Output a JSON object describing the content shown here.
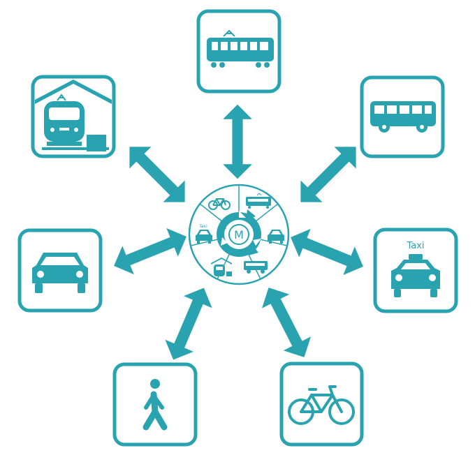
{
  "diagram": {
    "hub_label": "M",
    "taxi_sign": "Taxi",
    "hub_taxi_sign": "Taxi",
    "accent_color": "#2aa3b0",
    "nodes": [
      {
        "name": "tram",
        "icon": "tram-icon"
      },
      {
        "name": "bus",
        "icon": "bus-icon"
      },
      {
        "name": "taxi",
        "icon": "taxi-icon"
      },
      {
        "name": "bicycle",
        "icon": "bicycle-icon"
      },
      {
        "name": "pedestrian",
        "icon": "pedestrian-icon"
      },
      {
        "name": "car",
        "icon": "car-icon"
      },
      {
        "name": "train-station",
        "icon": "train-station-icon"
      }
    ]
  }
}
